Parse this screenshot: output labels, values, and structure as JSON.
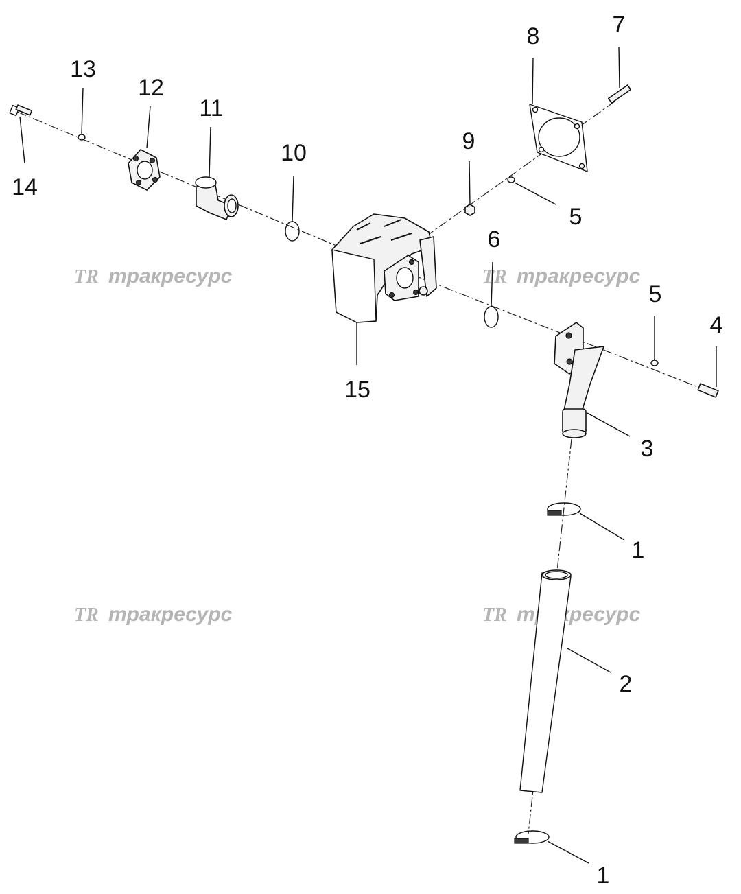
{
  "callouts": {
    "c1a": "1",
    "c1b": "1",
    "c2": "2",
    "c3": "3",
    "c4": "4",
    "c5a": "5",
    "c5b": "5",
    "c6": "6",
    "c7": "7",
    "c8": "8",
    "c9": "9",
    "c10": "10",
    "c11": "11",
    "c12": "12",
    "c13": "13",
    "c14": "14",
    "c15": "15"
  },
  "watermark": {
    "logo": "TR",
    "text": "тракресурс",
    "color": "#b5b5b5"
  }
}
